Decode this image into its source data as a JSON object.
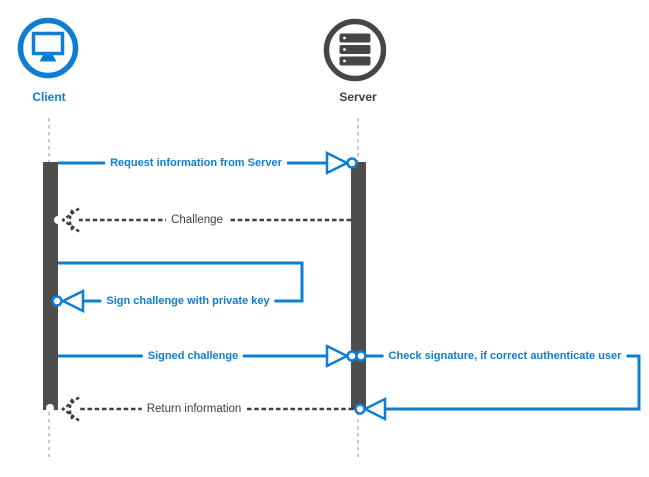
{
  "diagram_type": "sequence-diagram",
  "colors": {
    "accent_blue": "#0e7dd4",
    "dark_gray": "#3f3f3f",
    "activation_bar": "#4d4d4d",
    "server_icon": "#464646",
    "lifeline_gray": "#c9c9c9"
  },
  "actors": [
    {
      "id": "client",
      "label": "Client",
      "icon": "monitor-icon",
      "color": "#0e7dd4"
    },
    {
      "id": "server",
      "label": "Server",
      "icon": "server-stack-icon",
      "color": "#3f3f3f"
    }
  ],
  "messages": [
    {
      "label": "Request information from Server",
      "from": "Client",
      "to": "Server",
      "style": "solid-blue-arrow"
    },
    {
      "label": "Challenge",
      "from": "Server",
      "to": "Client",
      "style": "dashed-dark-arrow"
    },
    {
      "label": "Sign challenge with private key",
      "from": "Client",
      "to": "Client",
      "style": "solid-blue-self-loop"
    },
    {
      "label": "Signed challenge",
      "from": "Client",
      "to": "Server",
      "style": "solid-blue-arrow"
    },
    {
      "label": "Check signature, if correct authenticate user",
      "from": "Server",
      "to": "Server",
      "style": "solid-blue-self-loop"
    },
    {
      "label": "Return information",
      "from": "Server",
      "to": "Client",
      "style": "dashed-dark-arrow"
    }
  ]
}
